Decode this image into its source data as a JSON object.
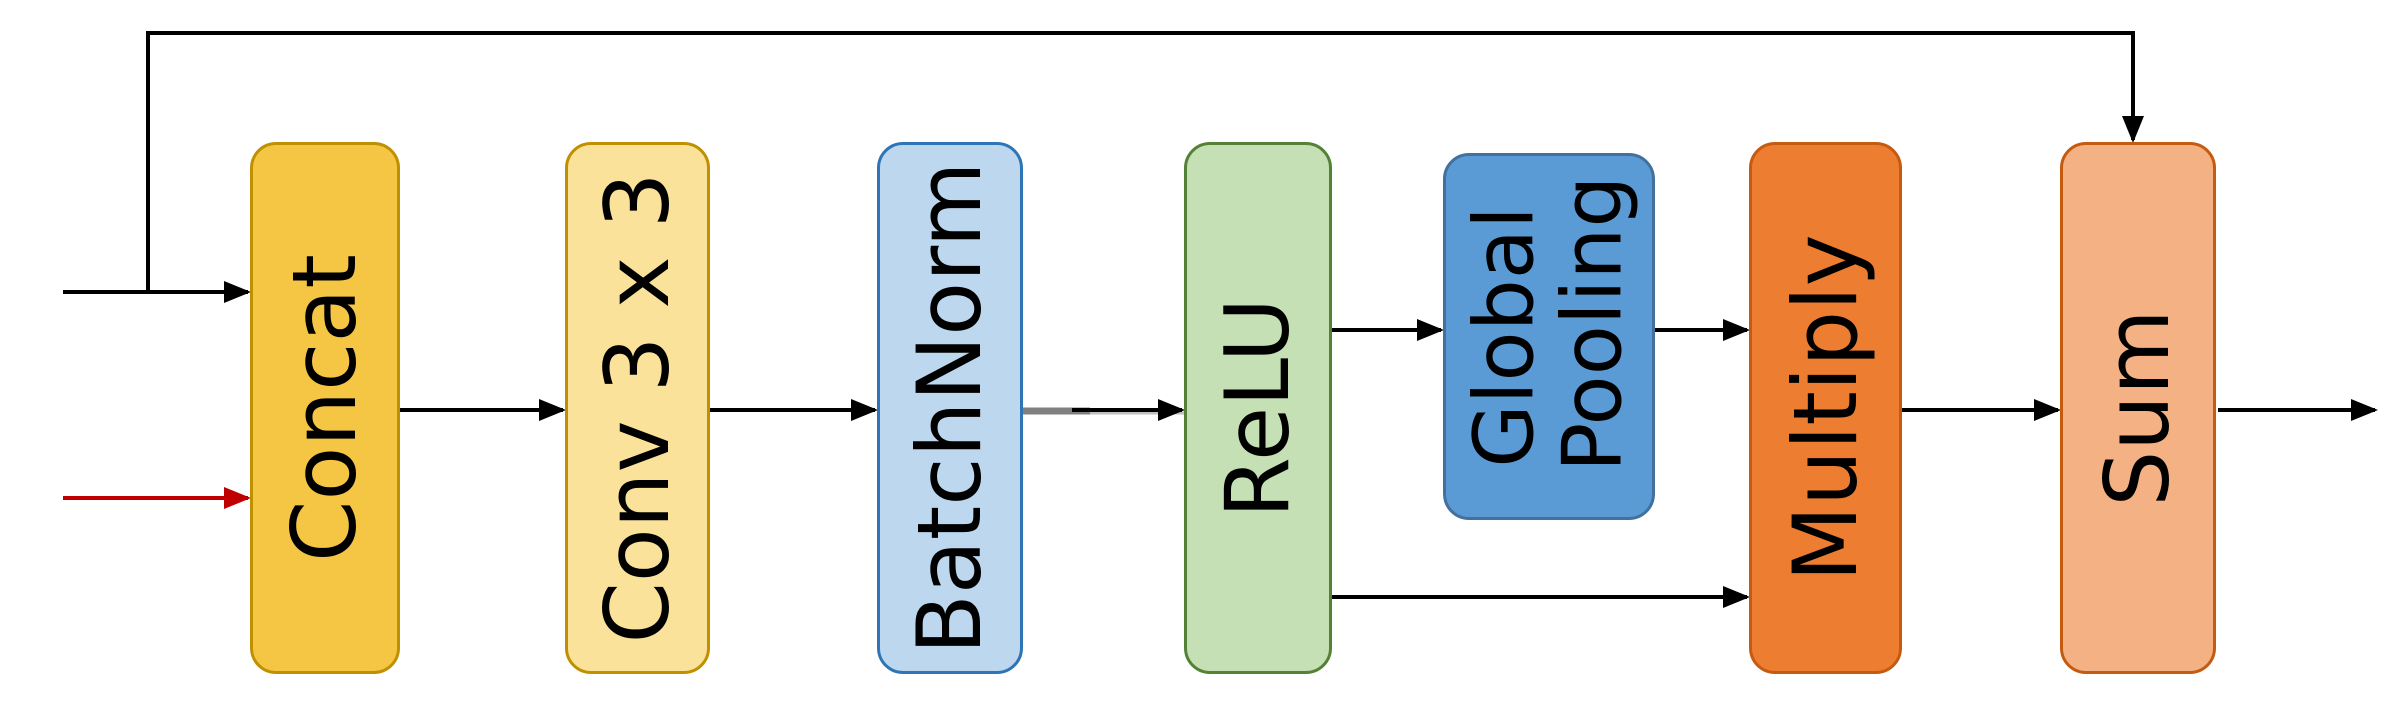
{
  "diagram": {
    "type": "neural-network-block-diagram",
    "orientation": "left-to-right",
    "text_color": "#000000"
  },
  "nodes": [
    {
      "id": "concat",
      "label": "Concat",
      "fill": "#F5C544",
      "border": "#BF9000"
    },
    {
      "id": "conv3x3",
      "label": "Conv 3 x 3",
      "fill": "#FBE29B",
      "border": "#BF9000"
    },
    {
      "id": "batchnorm",
      "label": "BatchNorm",
      "fill": "#BDD7EE",
      "border": "#2E75B6"
    },
    {
      "id": "relu",
      "label": "ReLU",
      "fill": "#C5E0B4",
      "border": "#538135"
    },
    {
      "id": "global_pooling",
      "label": "Global Pooling",
      "fill": "#5B9BD5",
      "border": "#41719C"
    },
    {
      "id": "multiply",
      "label": "Multiply",
      "fill": "#ED7D31",
      "border": "#C55A11"
    },
    {
      "id": "sum",
      "label": "Sum",
      "fill": "#F4B183",
      "border": "#C55A11"
    }
  ],
  "edges": [
    {
      "from": "input",
      "to": "concat",
      "color": "#000000",
      "route": "straight"
    },
    {
      "from": "input-secondary",
      "to": "concat",
      "color": "#C00000",
      "route": "straight"
    },
    {
      "from": "input",
      "to": "sum",
      "color": "#000000",
      "route": "skip-over-top"
    },
    {
      "from": "concat",
      "to": "conv3x3",
      "color": "#000000",
      "route": "straight"
    },
    {
      "from": "conv3x3",
      "to": "batchnorm",
      "color": "#000000",
      "route": "straight"
    },
    {
      "from": "batchnorm",
      "to": "relu",
      "color": "#000000",
      "route": "straight-with-gray-segment"
    },
    {
      "from": "relu",
      "to": "global_pooling",
      "color": "#000000",
      "route": "upper-branch"
    },
    {
      "from": "global_pooling",
      "to": "multiply",
      "color": "#000000",
      "route": "upper-branch"
    },
    {
      "from": "relu",
      "to": "multiply",
      "color": "#000000",
      "route": "lower-branch"
    },
    {
      "from": "multiply",
      "to": "sum",
      "color": "#000000",
      "route": "straight"
    },
    {
      "from": "sum",
      "to": "output",
      "color": "#000000",
      "route": "straight"
    }
  ],
  "colors": {
    "edge_black": "#000000",
    "edge_red": "#C00000",
    "edge_gray_segment": "#808080",
    "edge_gray_light": "#BFBFBF",
    "background": "#FFFFFF"
  }
}
